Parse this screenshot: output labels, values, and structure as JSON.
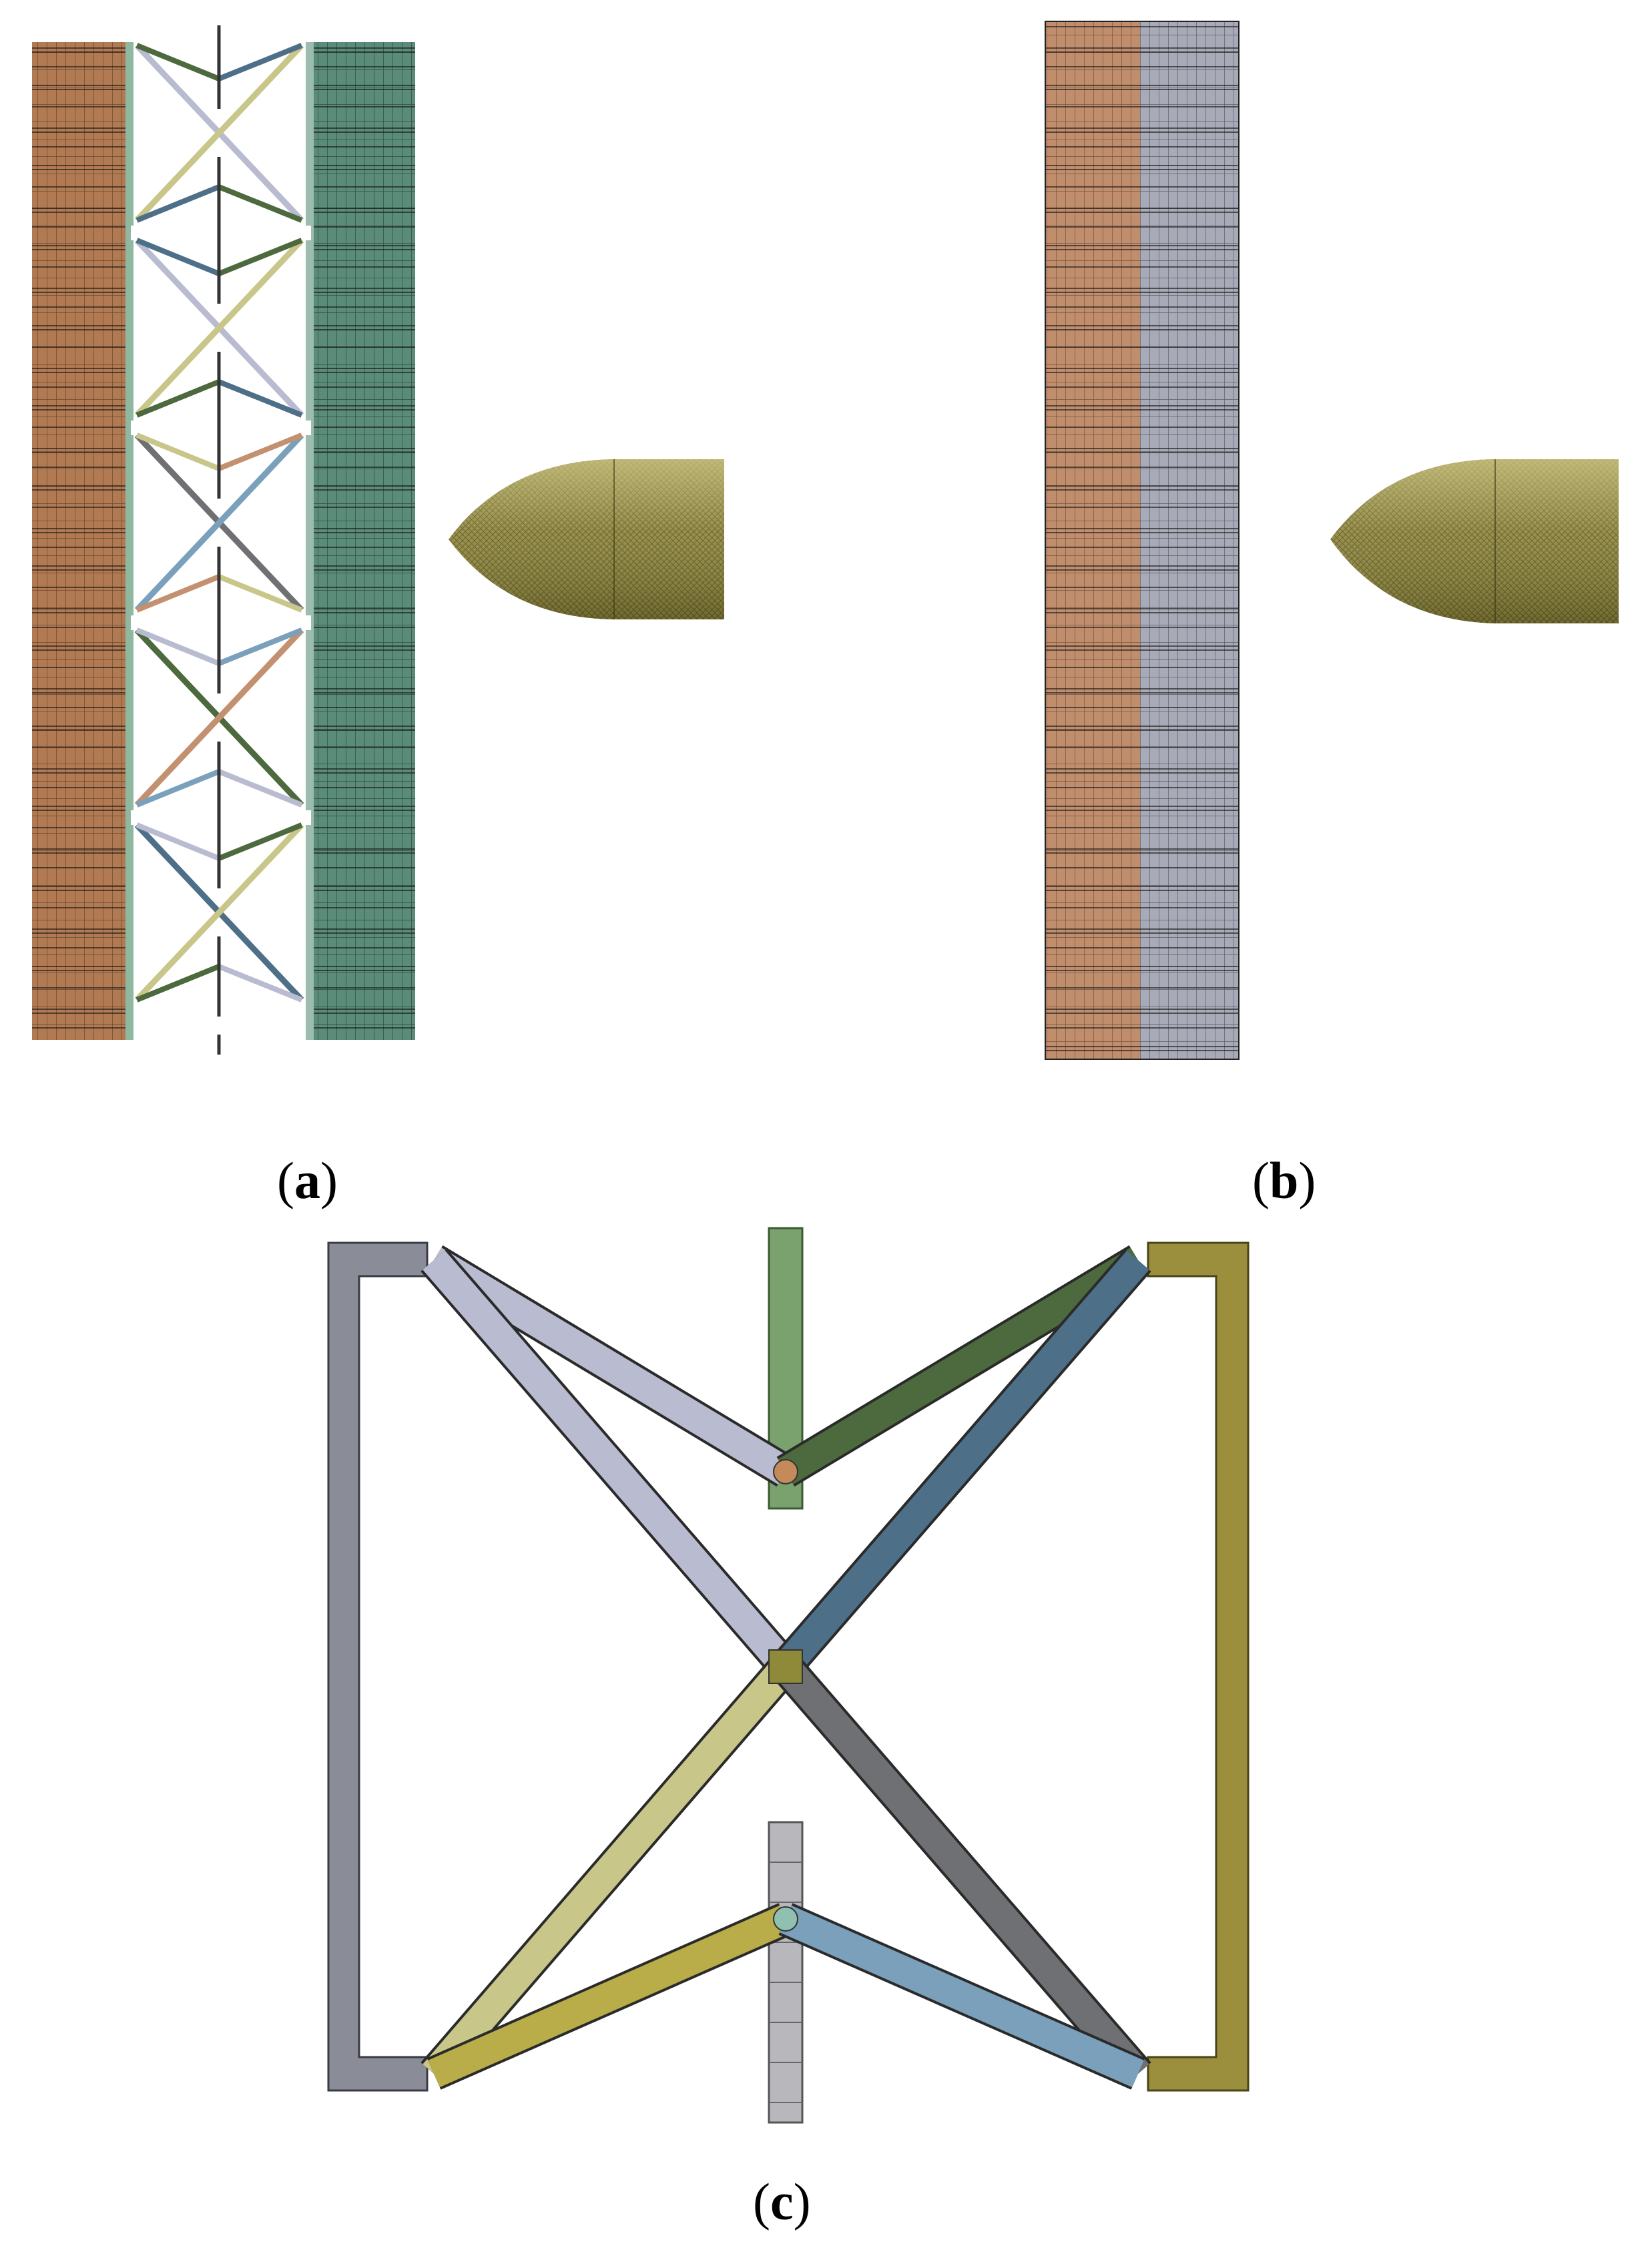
{
  "panels": {
    "a": {
      "open": "(",
      "letter": "a",
      "close": ")"
    },
    "b": {
      "open": "(",
      "letter": "b",
      "close": ")"
    },
    "c": {
      "open": "(",
      "letter": "c",
      "close": ")"
    }
  },
  "colors": {
    "copper_plate": "#b27a52",
    "copper_light": "#c39070",
    "teal_plate": "#5a8c79",
    "steel_gray": "#a8aab8",
    "projectile": "#8e8640",
    "projectile_light": "#d3cc8a",
    "mesh_line": "#1a1a1a",
    "frame_gray": "#8a8c98",
    "frame_olive": "#9b8f3e",
    "strut_lavender": "#b9bbd0",
    "strut_darkgreen": "#4c6a3e",
    "strut_blue": "#4e6f88",
    "strut_khaki": "#c8c689",
    "strut_yellow": "#b8ad48",
    "strut_lightblue": "#7aa0bc",
    "strut_darkgray": "#6f7074",
    "rod_green": "#7aa26e",
    "rod_gray": "#b8b8bc"
  }
}
